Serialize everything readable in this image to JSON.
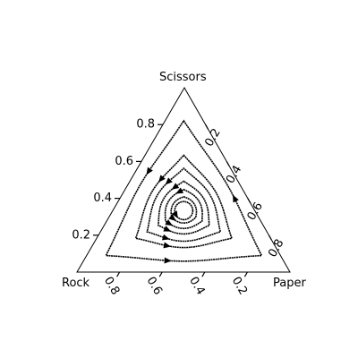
{
  "chart_data": {
    "type": "ternary-phase-portrait",
    "vertices": {
      "top": "Scissors",
      "left": "Rock",
      "right": "Paper"
    },
    "axes": {
      "scissors": {
        "ticks": [
          0.2,
          0.4,
          0.6,
          0.8
        ],
        "tick_labels": [
          "0.2",
          "0.4",
          "0.6",
          "0.8"
        ]
      },
      "paper": {
        "ticks": [
          0.2,
          0.4,
          0.6,
          0.8
        ],
        "tick_labels": [
          "0.2",
          "0.4",
          "0.6",
          "0.8"
        ]
      },
      "rock": {
        "ticks": [
          0.2,
          0.4,
          0.6,
          0.8
        ],
        "tick_labels": [
          "0.2",
          "0.4",
          "0.6",
          "0.8"
        ]
      }
    },
    "center": {
      "rock": 0.3333,
      "paper": 0.3333,
      "scissors": 0.3333
    },
    "orbits": [
      {
        "orbit": 1,
        "scissors_max": 0.38,
        "arrows": 1
      },
      {
        "orbit": 2,
        "scissors_max": 0.47,
        "arrows": 1
      },
      {
        "orbit": 3,
        "scissors_max": 0.53,
        "arrows": 2
      },
      {
        "orbit": 4,
        "scissors_max": 0.59,
        "arrows": 2
      },
      {
        "orbit": 5,
        "scissors_max": 0.67,
        "arrows": 2
      },
      {
        "orbit": 6,
        "scissors_max": 0.74,
        "arrows": 2
      },
      {
        "orbit": 7,
        "scissors_max": 0.89,
        "arrows": 3
      }
    ],
    "direction": "Rock -> Paper -> Scissors -> Rock",
    "line_color": "#000000",
    "grid": false
  }
}
